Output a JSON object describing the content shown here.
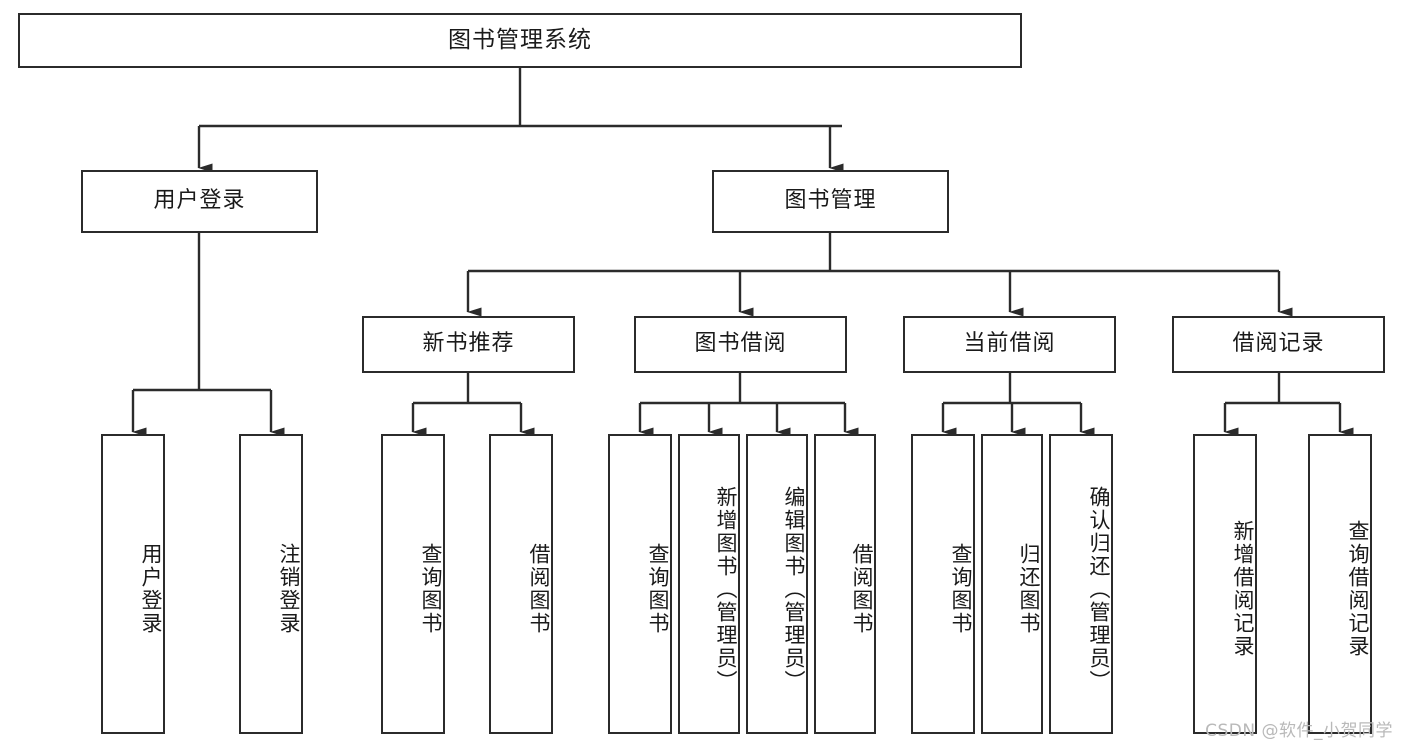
{
  "diagram": {
    "type": "tree",
    "title": "图书管理系统",
    "orientation": "top-down",
    "colors": {
      "stroke": "#2b2b2b",
      "fill": "#ffffff",
      "text": "#1a1a1a",
      "watermark": "#b9b9b9"
    }
  },
  "watermark": {
    "text": "CSDN @软件_小贺同学"
  },
  "nodes": {
    "root": {
      "label": "图书管理系统"
    },
    "level2": [
      {
        "label": "用户登录"
      },
      {
        "label": "图书管理"
      }
    ],
    "level3": [
      {
        "label": "新书推荐"
      },
      {
        "label": "图书借阅"
      },
      {
        "label": "当前借阅"
      },
      {
        "label": "借阅记录"
      }
    ],
    "leaves": {
      "user_login": [
        {
          "label": "用户登录"
        },
        {
          "label": "注销登录"
        }
      ],
      "new_book_recommend": [
        {
          "label": "查询图书"
        },
        {
          "label": "借阅图书"
        }
      ],
      "book_borrow": [
        {
          "label": "查询图书"
        },
        {
          "label": "新增图书（管理员）"
        },
        {
          "label": "编辑图书（管理员）"
        },
        {
          "label": "借阅图书"
        }
      ],
      "current_borrow": [
        {
          "label": "查询图书"
        },
        {
          "label": "归还图书"
        },
        {
          "label": "确认归还（管理员）"
        }
      ],
      "borrow_record": [
        {
          "label": "新增借阅记录"
        },
        {
          "label": "查询借阅记录"
        }
      ]
    }
  }
}
